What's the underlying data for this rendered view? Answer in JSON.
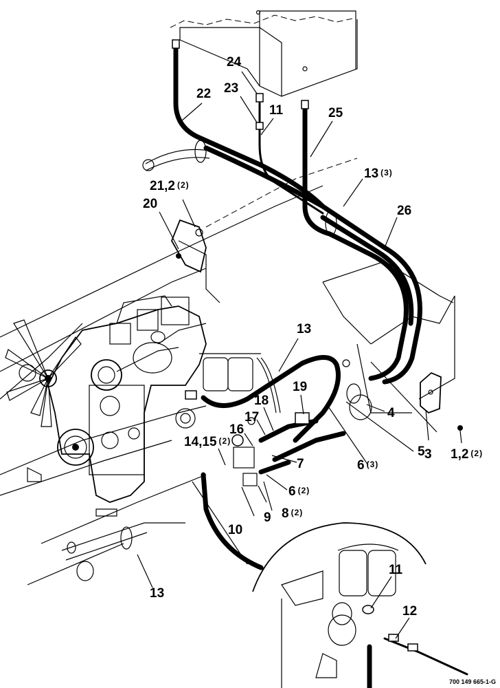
{
  "callouts": [
    {
      "id": "c24",
      "num": "24",
      "qty": ""
    },
    {
      "id": "c23",
      "num": "23",
      "qty": ""
    },
    {
      "id": "c11a",
      "num": "11",
      "qty": ""
    },
    {
      "id": "c22",
      "num": "22",
      "qty": ""
    },
    {
      "id": "c25",
      "num": "25",
      "qty": ""
    },
    {
      "id": "c13a",
      "num": "13",
      "qty": "(3)"
    },
    {
      "id": "c21",
      "num": "21,2",
      "qty": "(2)"
    },
    {
      "id": "c20",
      "num": "20",
      "qty": ""
    },
    {
      "id": "c26",
      "num": "26",
      "qty": ""
    },
    {
      "id": "c13b",
      "num": "13",
      "qty": ""
    },
    {
      "id": "c19",
      "num": "19",
      "qty": ""
    },
    {
      "id": "c18",
      "num": "18",
      "qty": ""
    },
    {
      "id": "c17",
      "num": "17",
      "qty": ""
    },
    {
      "id": "c16",
      "num": "16",
      "qty": ""
    },
    {
      "id": "c4",
      "num": "4",
      "qty": ""
    },
    {
      "id": "c5",
      "num": "5",
      "qty": ""
    },
    {
      "id": "c6a",
      "num": "6",
      "qty": "(3)"
    },
    {
      "id": "c3",
      "num": "3",
      "qty": ""
    },
    {
      "id": "c1",
      "num": "1,2",
      "qty": "(2)"
    },
    {
      "id": "c14",
      "num": "14,15",
      "qty": "(2)"
    },
    {
      "id": "c7",
      "num": "7",
      "qty": ""
    },
    {
      "id": "c6b",
      "num": "6",
      "qty": "(2)"
    },
    {
      "id": "c8",
      "num": "8",
      "qty": "(2)"
    },
    {
      "id": "c9",
      "num": "9",
      "qty": ""
    },
    {
      "id": "c10",
      "num": "10",
      "qty": ""
    },
    {
      "id": "c13c",
      "num": "13",
      "qty": ""
    },
    {
      "id": "c11b",
      "num": "11",
      "qty": ""
    },
    {
      "id": "c12",
      "num": "12",
      "qty": ""
    }
  ],
  "figure_id": "700 149 665-1-G"
}
